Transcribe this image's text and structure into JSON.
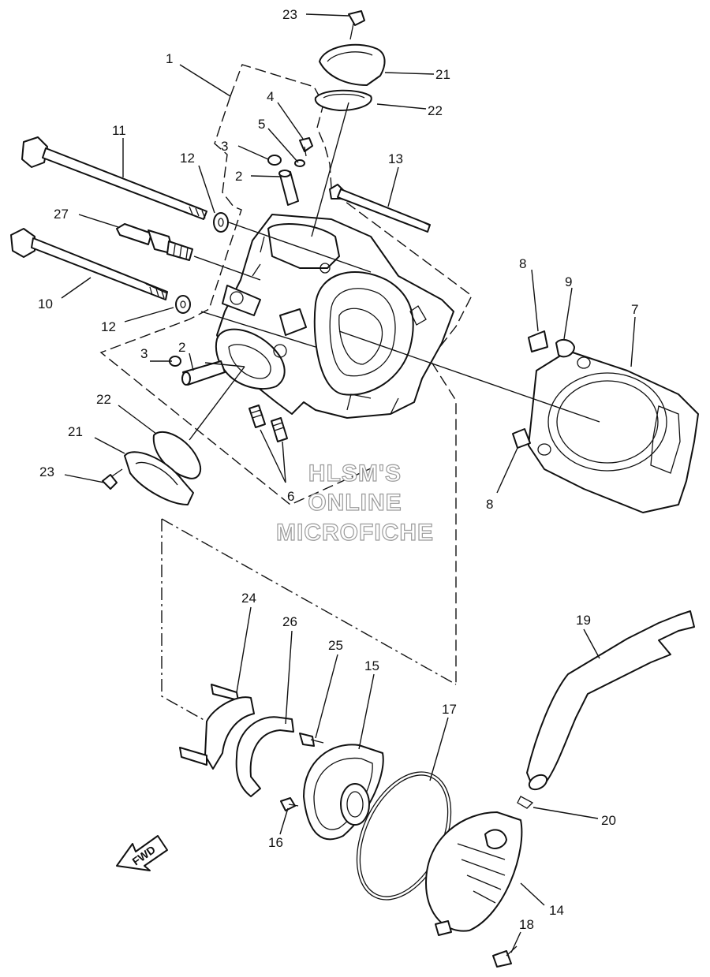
{
  "callouts": {
    "c1": "1",
    "c2a": "2",
    "c2b": "2",
    "c3a": "3",
    "c3b": "3",
    "c4": "4",
    "c5": "5",
    "c6": "6",
    "c7": "7",
    "c8a": "8",
    "c8b": "8",
    "c9": "9",
    "c10": "10",
    "c11": "11",
    "c12a": "12",
    "c12b": "12",
    "c13": "13",
    "c14": "14",
    "c15": "15",
    "c16": "16",
    "c17": "17",
    "c18": "18",
    "c19": "19",
    "c20": "20",
    "c21a": "21",
    "c21b": "21",
    "c22a": "22",
    "c22b": "22",
    "c23a": "23",
    "c23b": "23",
    "c24": "24",
    "c25": "25",
    "c26": "26",
    "c27": "27"
  },
  "watermark": {
    "line1": "HLSM'S",
    "line2": "ONLINE",
    "line3": "MICROFICHE"
  },
  "fwd_label": "FWD"
}
